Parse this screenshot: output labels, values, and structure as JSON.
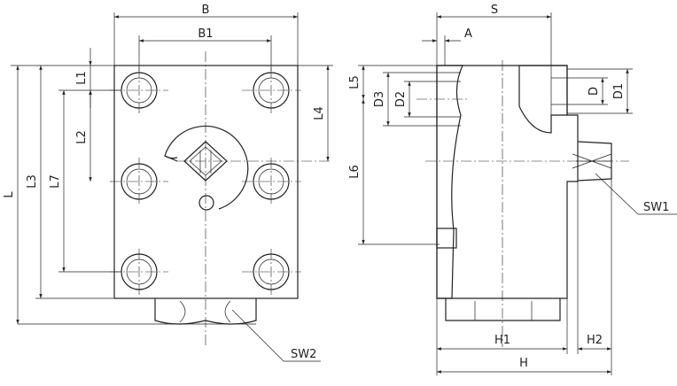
{
  "front_view": {
    "dimensions": {
      "B": "B",
      "B1": "B1",
      "L": "L",
      "L1": "L1",
      "L2": "L2",
      "L3": "L3",
      "L4": "L4",
      "L7": "L7",
      "SW2": "SW2"
    }
  },
  "side_view": {
    "dimensions": {
      "S": "S",
      "A": "A",
      "L5": "L5",
      "L6": "L6",
      "D": "D",
      "D1": "D1",
      "D2": "D2",
      "D3": "D3",
      "H": "H",
      "H1": "H1",
      "H2": "H2",
      "SW1": "SW1"
    }
  }
}
